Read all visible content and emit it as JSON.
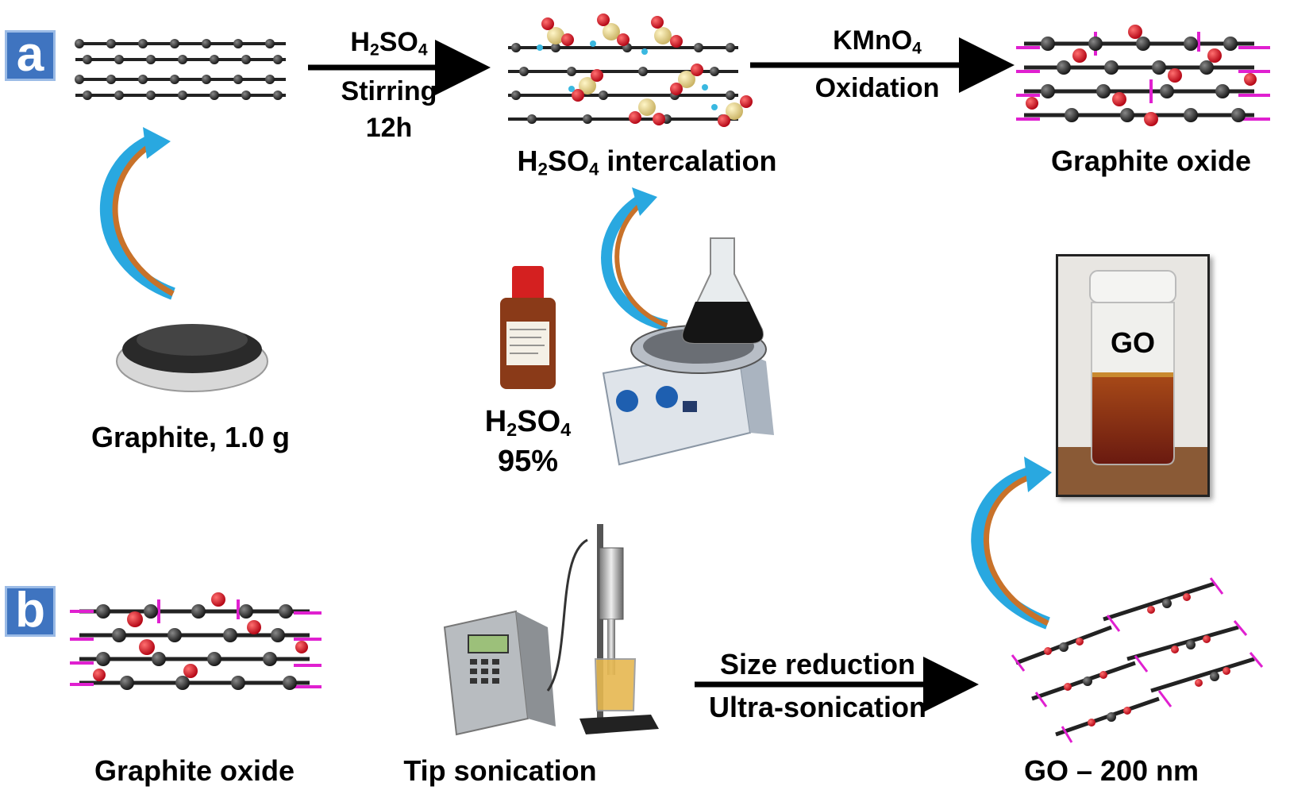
{
  "panels": {
    "a": "a",
    "b": "b"
  },
  "panel_a": {
    "step1": {
      "reagent_formula": [
        "H",
        "2",
        "SO",
        "4"
      ],
      "line2": "Stirring",
      "line3": "12h"
    },
    "step2": {
      "reagent_formula": [
        "KMnO",
        "4"
      ],
      "line2": "Oxidation"
    },
    "intercalation_label": [
      "H",
      "2",
      "SO",
      "4",
      " intercalation"
    ],
    "graphite_oxide_label": "Graphite oxide",
    "graphite_label": "Graphite, 1.0 g",
    "acid_label": [
      "H",
      "2",
      "SO",
      "4"
    ],
    "acid_conc": "95%"
  },
  "panel_b": {
    "graphite_oxide_label": "Graphite oxide",
    "tip_label": "Tip sonication",
    "step_line1": "Size reduction",
    "step_line2": "Ultra-sonication",
    "product_label": "GO – 200 nm",
    "vial_text": "GO"
  },
  "colors": {
    "badge": "#3f74c0",
    "arrow_blue": "#29a8e0",
    "arrow_orange": "#c8722a",
    "carbon": "#333333",
    "oxygen": "#e0101a",
    "hydrogen": "#e020d0",
    "sulfur": "#e8d890"
  }
}
